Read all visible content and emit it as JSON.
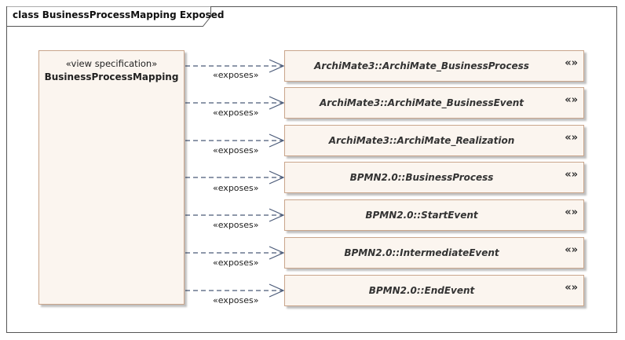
{
  "frame": {
    "title": "class BusinessProcessMapping Exposed"
  },
  "view_spec": {
    "stereotype": "«view specification»",
    "name": "BusinessProcessMapping"
  },
  "targets": [
    {
      "label": "ArchiMate3::ArchiMate_BusinessProcess",
      "marker": "«»"
    },
    {
      "label": "ArchiMate3::ArchiMate_BusinessEvent",
      "marker": "«»"
    },
    {
      "label": "ArchiMate3::ArchiMate_Realization",
      "marker": "«»"
    },
    {
      "label": "BPMN2.0::BusinessProcess",
      "marker": "«»"
    },
    {
      "label": "BPMN2.0::StartEvent",
      "marker": "«»"
    },
    {
      "label": "BPMN2.0::IntermediateEvent",
      "marker": "«»"
    },
    {
      "label": "BPMN2.0::EndEvent",
      "marker": "«»"
    }
  ],
  "connectors": [
    {
      "label": "«exposes»"
    },
    {
      "label": "«exposes»"
    },
    {
      "label": "«exposes»"
    },
    {
      "label": "«exposes»"
    },
    {
      "label": "«exposes»"
    },
    {
      "label": "«exposes»"
    },
    {
      "label": "«exposes»"
    }
  ],
  "colors": {
    "element_fill": "#fbf5ef",
    "element_border": "#c9a58b",
    "connector": "#4a5a78"
  }
}
